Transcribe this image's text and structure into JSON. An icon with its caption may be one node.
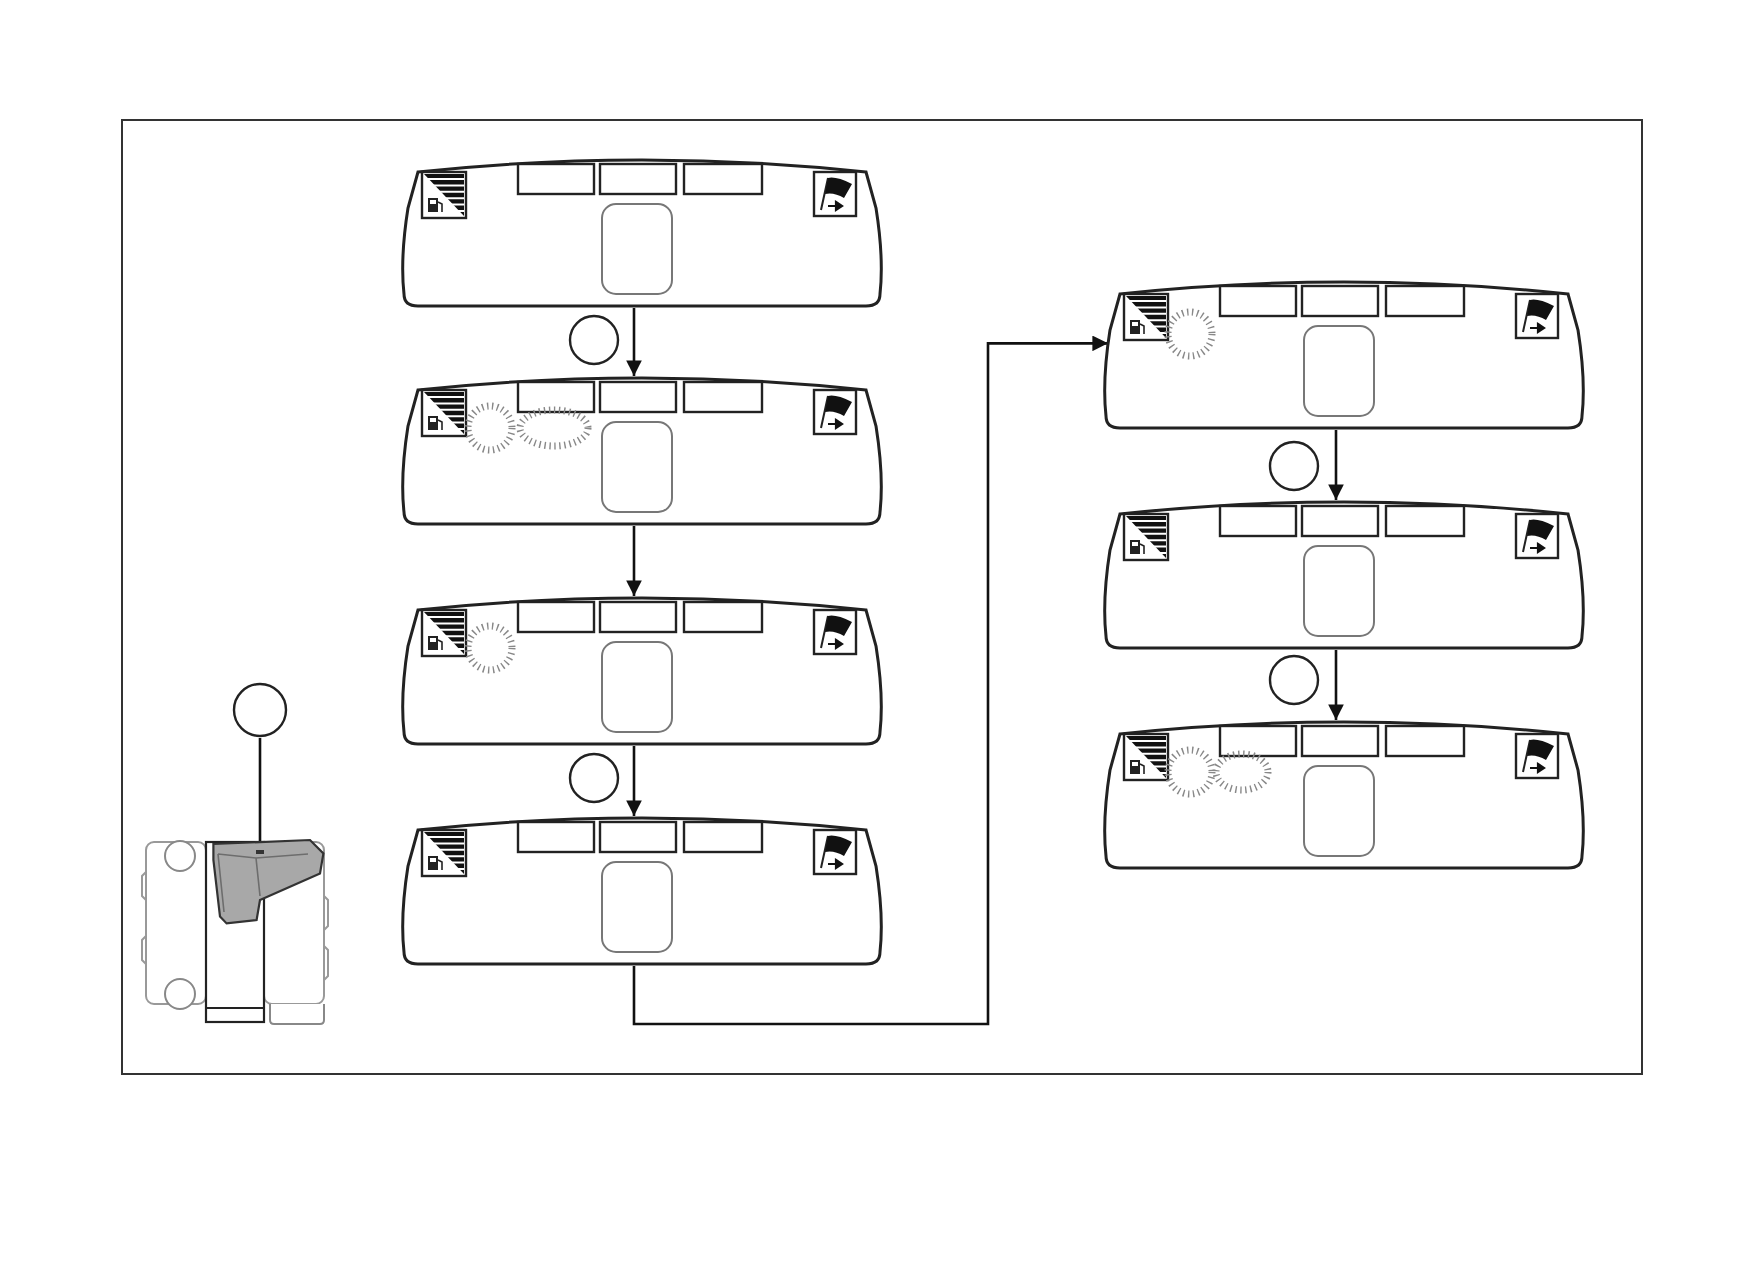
{
  "diagram": {
    "nodes": [
      {
        "text": [],
        "shape": "picture"
      },
      {
        "text": [],
        "shape": "circle"
      },
      {
        "text": [],
        "shape": "picture"
      },
      {
        "text": [],
        "shape": "picture"
      },
      {
        "text": [],
        "shape": "circle"
      },
      {
        "text": [],
        "shape": "picture"
      },
      {
        "text": [],
        "shape": "picture"
      },
      {
        "text": [],
        "shape": "circle"
      },
      {
        "text": [],
        "shape": "picture"
      },
      {
        "text": [],
        "shape": "circle"
      },
      {
        "text": [],
        "shape": "picture"
      },
      {
        "text": [],
        "shape": "circle"
      },
      {
        "text": [],
        "shape": "picture"
      }
    ],
    "edges": [
      {
        "from": 0,
        "to": 2,
        "arrow": "to"
      },
      {
        "from": 2,
        "to": 3,
        "arrow": "to"
      },
      {
        "from": 3,
        "to": 5,
        "arrow": "to"
      },
      {
        "from": 5,
        "to": 6,
        "arrow": "to"
      },
      {
        "from": 6,
        "to": 8,
        "arrow": "to"
      },
      {
        "from": 8,
        "to": 10,
        "arrow": "to"
      },
      {
        "from": 11,
        "to": 12,
        "arrow": "none"
      }
    ]
  }
}
